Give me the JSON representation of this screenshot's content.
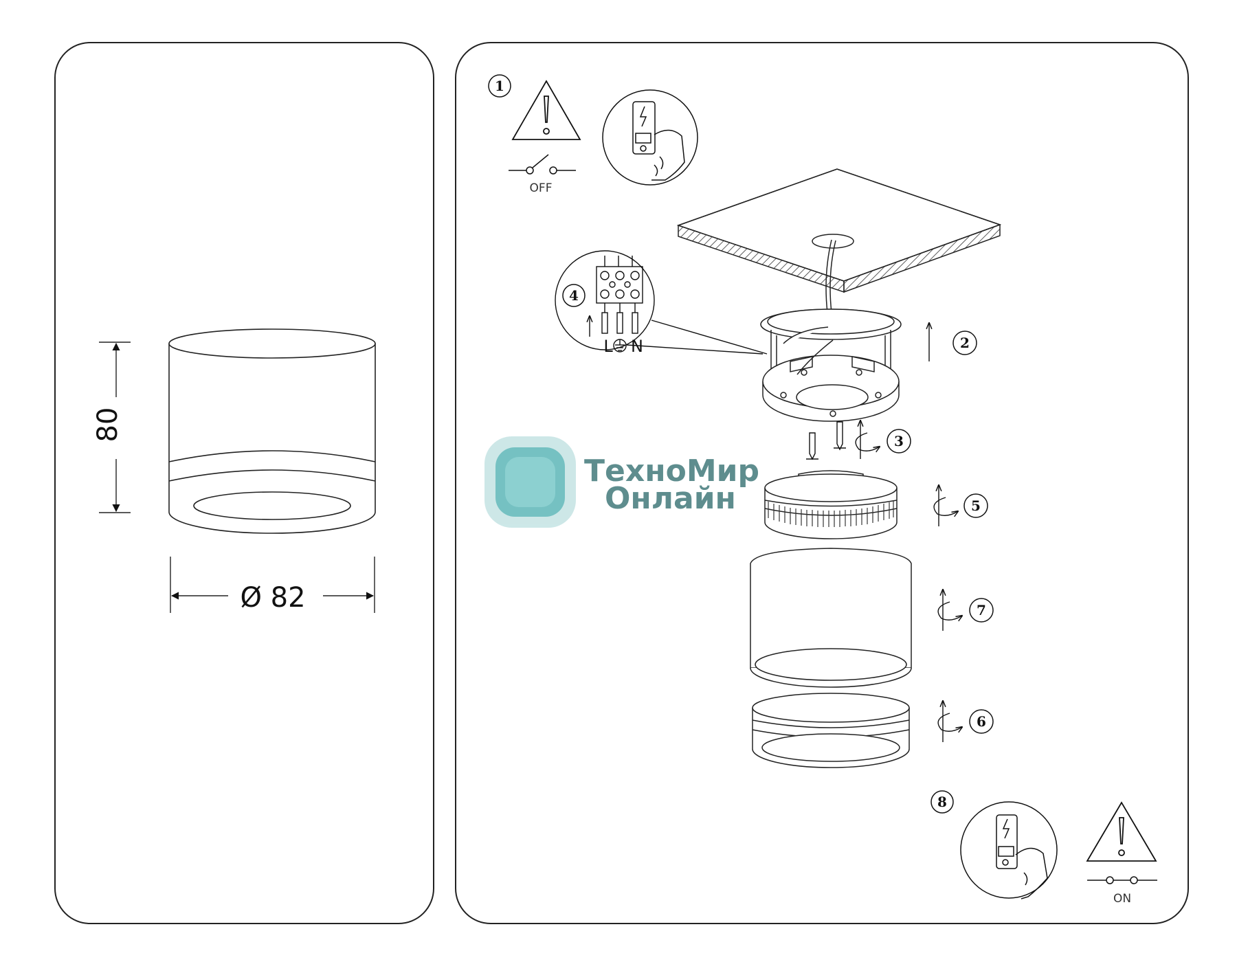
{
  "dimensions": {
    "height": "80",
    "diameter": "Ø 82"
  },
  "steps": [
    "1",
    "2",
    "3",
    "4",
    "5",
    "6",
    "7",
    "8"
  ],
  "switch_labels": {
    "off": "OFF",
    "on": "ON"
  },
  "wiring": {
    "line": "L",
    "neutral": "N"
  },
  "watermark": {
    "line1": "ТехноМир",
    "line2": "Онлайн"
  },
  "colors": {
    "line": "#222222",
    "watermark_text": "#5e8d8e",
    "watermark_logo": "#4fb0b2"
  },
  "icons": [
    "warning-triangle-icon",
    "switch-off-icon",
    "switch-on-icon",
    "hand-pressing-breaker-icon",
    "earth-ground-icon",
    "rotate-arrow-icon",
    "up-arrow-icon"
  ]
}
